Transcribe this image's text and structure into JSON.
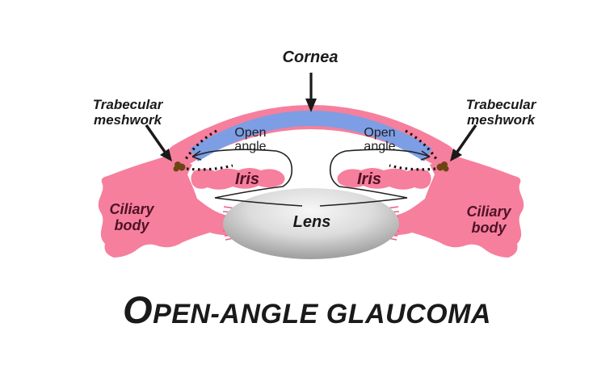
{
  "diagram": {
    "title": {
      "lead": "O",
      "rest": "PEN-ANGLE GLAUCOMA"
    },
    "labels": {
      "cornea": "Cornea",
      "trabecular_meshwork": [
        "Trabecular",
        "meshwork"
      ],
      "open_angle": [
        "Open",
        "angle"
      ],
      "iris": "Iris",
      "ciliary_body": [
        "Ciliary",
        "body"
      ],
      "lens": "Lens"
    },
    "colors": {
      "tissue_pink": "#F67F9D",
      "cornea_blue": "#7D9EE4",
      "label_maroon": "#4E1226",
      "meshwork_brown": "#6E4414",
      "lens_gray_light": "#F5F5F5",
      "lens_gray_dark": "#8F8F8F",
      "ink_black": "#1A1A1A",
      "background": "#FFFFFF"
    }
  }
}
